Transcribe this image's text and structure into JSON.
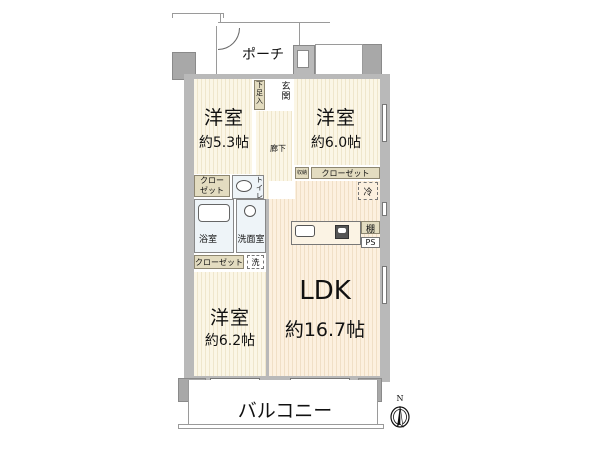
{
  "floorplan": {
    "rooms": {
      "porch": {
        "label": "ポーチ"
      },
      "western1": {
        "label": "洋室",
        "size": "約5.3帖"
      },
      "western2": {
        "label": "洋室",
        "size": "約6.0帖"
      },
      "western3": {
        "label": "洋室",
        "size": "約6.2帖"
      },
      "ldk": {
        "label": "LDK",
        "size": "約16.7帖"
      },
      "balcony": {
        "label": "バルコニー"
      },
      "entrance": {
        "label": "玄関"
      },
      "shoebox": {
        "label": "下足入"
      },
      "hallway": {
        "label": "廊下"
      },
      "toilet": {
        "label": "トイレ"
      },
      "bathroom": {
        "label": "浴室"
      },
      "washroom": {
        "label": "洗面室"
      },
      "storage": {
        "label": "収納"
      },
      "closet_right": {
        "label": "クローゼット"
      },
      "closet_left_top": {
        "label": "クロー\nゼット"
      },
      "closet_left_bottom": {
        "label": "クローゼット"
      },
      "fridge": {
        "label": "冷"
      },
      "shelf": {
        "label": "棚"
      },
      "pipe_space": {
        "label": "PS"
      },
      "washer": {
        "label": "洗"
      }
    },
    "compass": {
      "label": "N"
    },
    "colors": {
      "wall": "#b9b9b9",
      "room_floor": "#fbf6e6",
      "ldk_floor": "#fcf0df",
      "closet": "#e3dcc0",
      "wet_area": "#eef4f8"
    }
  }
}
